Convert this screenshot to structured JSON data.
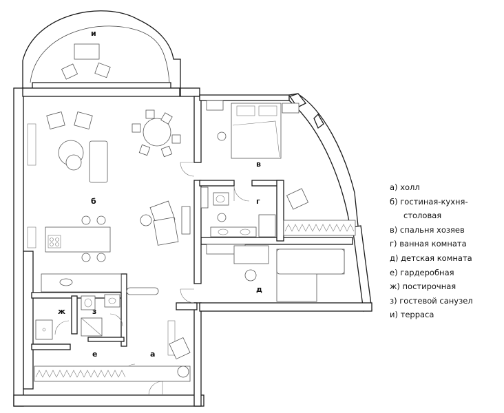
{
  "room_labels": {
    "a": "а",
    "b": "б",
    "v": "в",
    "g": "г",
    "d": "д",
    "e": "е",
    "zh": "ж",
    "z": "з",
    "i": "и"
  },
  "legend": [
    {
      "marker": "а)",
      "text": "холл"
    },
    {
      "marker": "б)",
      "text": "гостиная-кухня-",
      "continuation": "столовая"
    },
    {
      "marker": "в)",
      "text": "спальня хозяев"
    },
    {
      "marker": "г)",
      "text": "ванная комната"
    },
    {
      "marker": "д)",
      "text": "детская комната"
    },
    {
      "marker": "е)",
      "text": "гардеробная"
    },
    {
      "marker": "ж)",
      "text": "постирочная"
    },
    {
      "marker": "з)",
      "text": "гостевой санузел"
    },
    {
      "marker": "и)",
      "text": "терраса"
    }
  ]
}
